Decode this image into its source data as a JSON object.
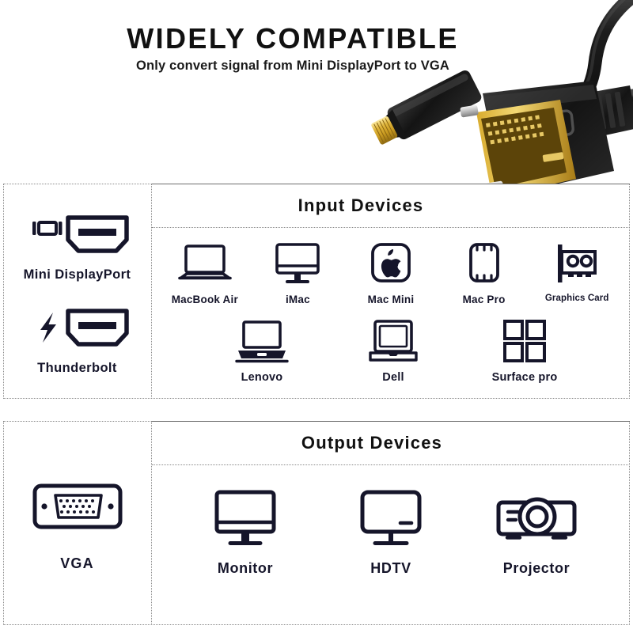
{
  "header": {
    "title": "WIDELY COMPATIBLE",
    "subtitle": "Only convert signal from Mini DisplayPort to VGA"
  },
  "photo": {
    "name": "mini-displayport-to-dvi-cable-photo",
    "connector_left": "Mini DisplayPort",
    "connector_right": "DVI",
    "cable_color": "#1b1b1b",
    "contact_color": "#d9a629"
  },
  "input_section": {
    "heading": "Input Devices",
    "connectors": [
      {
        "label": "Mini DisplayPort",
        "icon": "mini-displayport-connector-icon",
        "badge": "displayport-logo-icon"
      },
      {
        "label": "Thunderbolt",
        "icon": "thunderbolt-connector-icon",
        "badge": "lightning-bolt-icon"
      }
    ],
    "rows": [
      [
        {
          "label": "MacBook Air",
          "icon": "laptop-icon"
        },
        {
          "label": "iMac",
          "icon": "desktop-monitor-icon"
        },
        {
          "label": "Mac Mini",
          "icon": "mac-mini-apple-icon"
        },
        {
          "label": "Mac Pro",
          "icon": "mac-pro-tower-icon"
        },
        {
          "label": "Graphics Card",
          "icon": "graphics-card-icon",
          "small": true
        }
      ],
      [
        {
          "label": "Lenovo",
          "icon": "lenovo-laptop-icon"
        },
        {
          "label": "Dell",
          "icon": "dell-laptop-icon"
        },
        {
          "label": "Surface pro",
          "icon": "windows-squares-icon"
        }
      ]
    ]
  },
  "output_section": {
    "heading": "Output Devices",
    "connectors": [
      {
        "label": "VGA",
        "icon": "vga-connector-icon"
      }
    ],
    "rows": [
      [
        {
          "label": "Monitor",
          "icon": "monitor-icon"
        },
        {
          "label": "HDTV",
          "icon": "hdtv-icon"
        },
        {
          "label": "Projector",
          "icon": "projector-icon"
        }
      ]
    ]
  },
  "colors": {
    "ink": "#15152a",
    "border": "#8a8a8a",
    "border_solid": "#6e6e6e",
    "background": "#ffffff"
  }
}
